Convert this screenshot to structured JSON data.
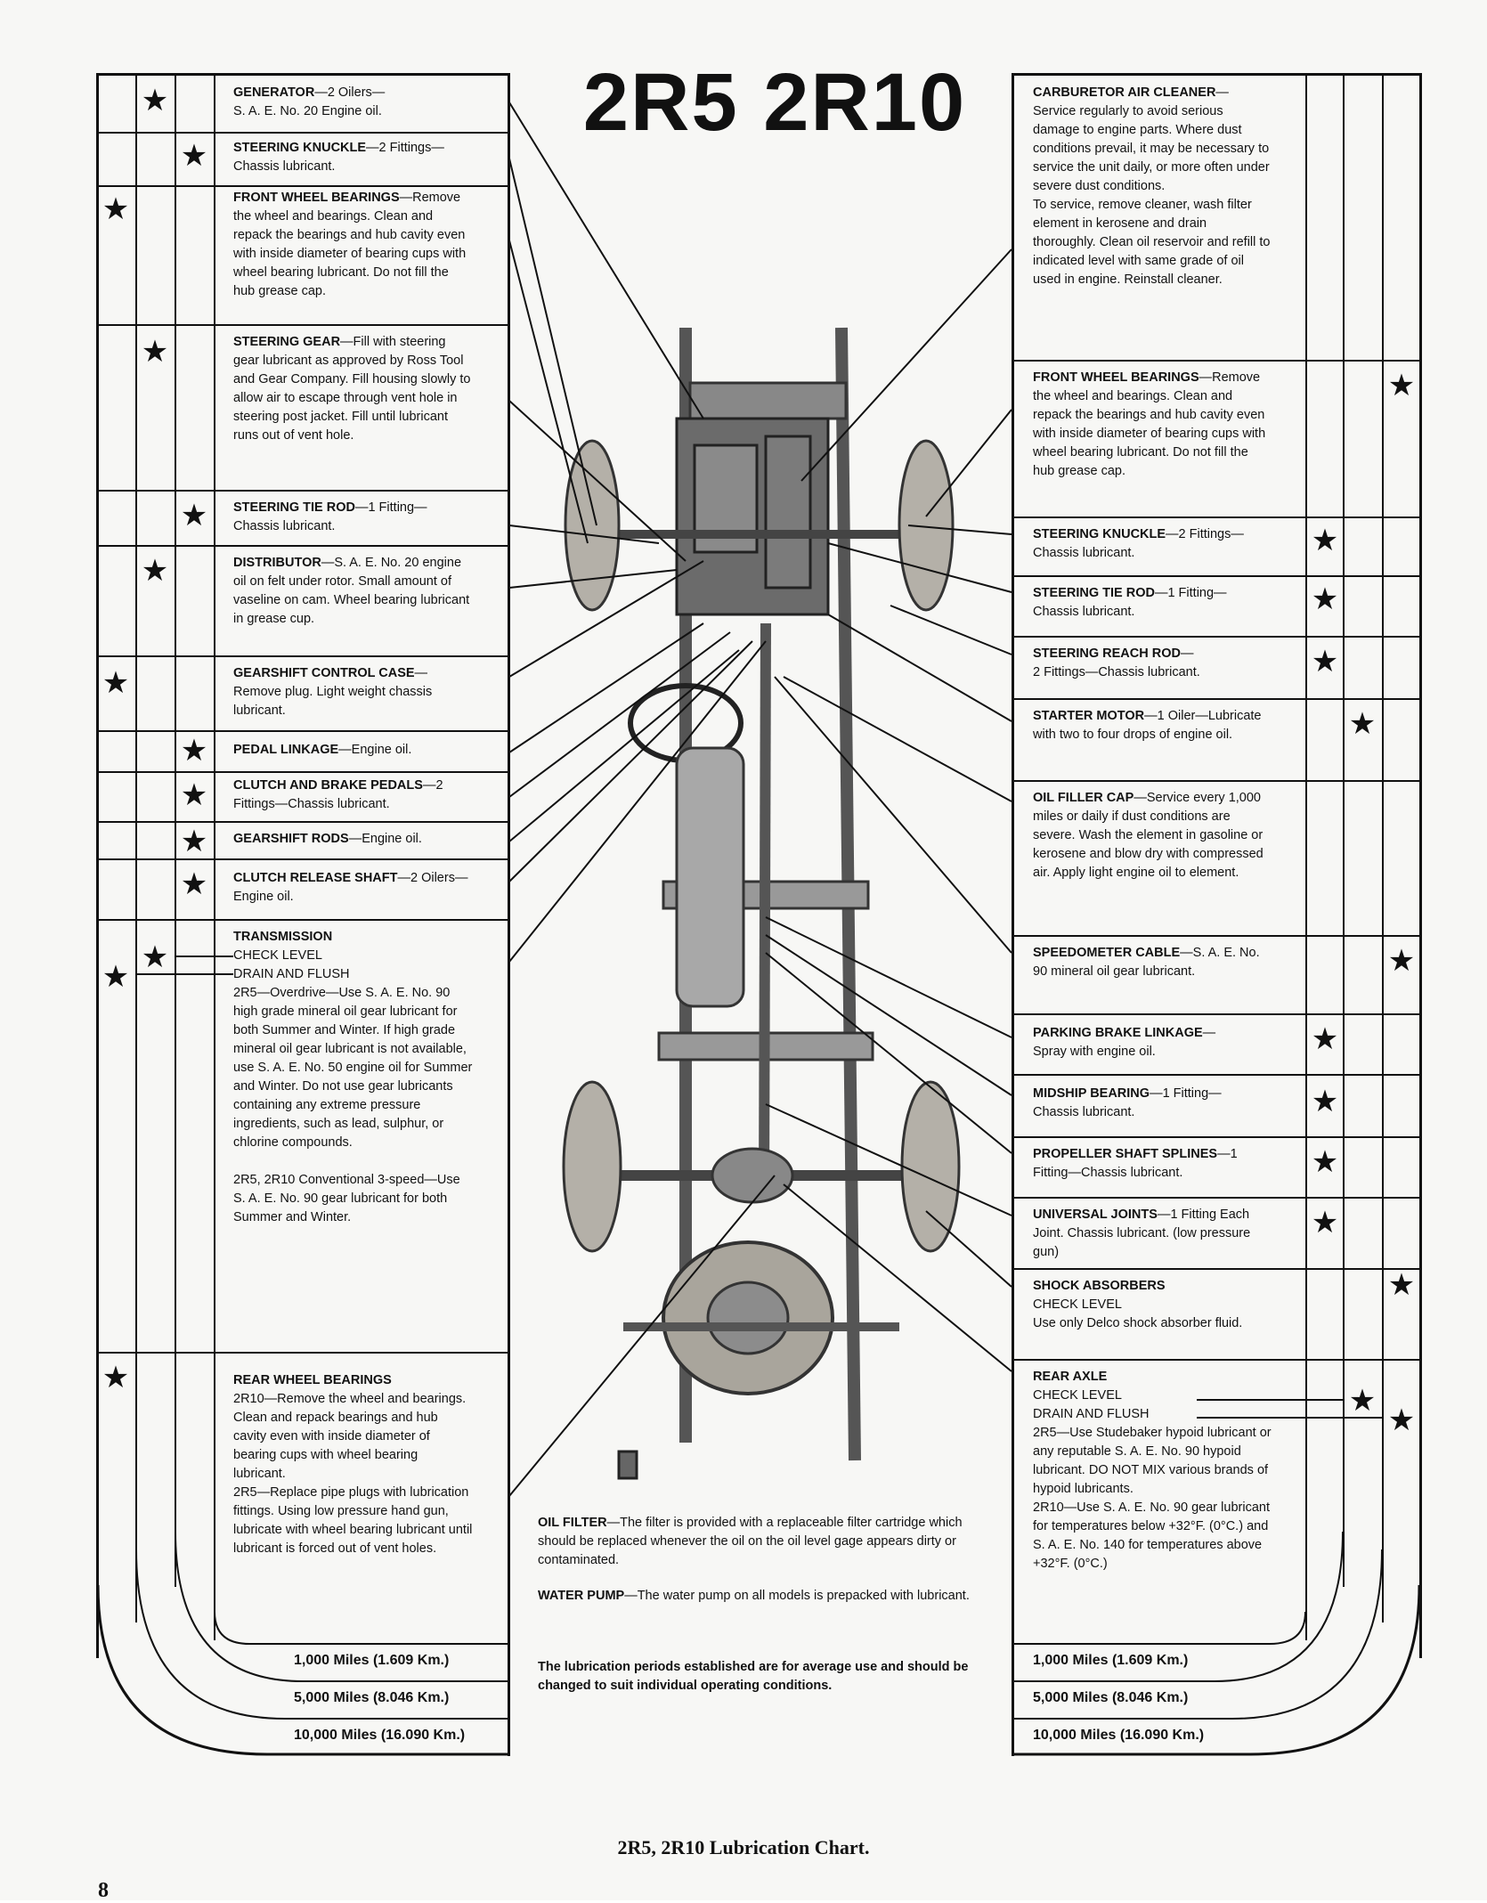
{
  "title": "2R5  2R10",
  "caption": "2R5, 2R10 Lubrication Chart.",
  "page_number": "8",
  "left_items": [
    {
      "title": "GENERATOR",
      "body": "—2 Oilers—\nS. A. E. No. 20 Engine oil.",
      "star": "★"
    },
    {
      "title": "STEERING KNUCKLE",
      "body": "—2 Fittings—\nChassis lubricant.",
      "star": "★"
    },
    {
      "title": "FRONT WHEEL BEARINGS",
      "body": "—Remove the wheel and bearings. Clean and repack the bearings and hub cavity even with inside diameter of bearing cups with wheel bearing lubricant. Do not fill the hub grease cap.",
      "star": "★"
    },
    {
      "title": "STEERING GEAR",
      "body": "—Fill with steering gear lubricant as approved by Ross Tool and Gear Company. Fill housing slowly to allow air to escape through vent hole in steering post jacket. Fill until lubricant runs out of vent hole.",
      "star": "★"
    },
    {
      "title": "STEERING TIE ROD",
      "body": "—1 Fitting—\nChassis lubricant.",
      "star": "★"
    },
    {
      "title": "DISTRIBUTOR",
      "body": "—S. A. E. No. 20 engine oil on felt under rotor. Small amount of vaseline on cam. Wheel bearing lubricant in grease cup.",
      "star": "★"
    },
    {
      "title": "GEARSHIFT CONTROL CASE",
      "body": "—Remove plug. Light weight chassis lubricant.",
      "star": "★"
    },
    {
      "title": "PEDAL LINKAGE",
      "body": "—Engine oil.",
      "star": "★"
    },
    {
      "title": "CLUTCH AND BRAKE PEDALS",
      "body": "—2 Fittings—Chassis lubricant.",
      "star": "★"
    },
    {
      "title": "GEARSHIFT RODS",
      "body": "—Engine oil.",
      "star": "★"
    },
    {
      "title": "CLUTCH RELEASE SHAFT",
      "body": "—2 Oilers—Engine oil.",
      "star": "★"
    },
    {
      "title": "TRANSMISSION",
      "body": "CHECK LEVEL\nDRAIN AND FLUSH\n2R5—Overdrive—Use S. A. E. No. 90 high grade mineral oil gear lubricant for both Summer and Winter. If high grade mineral oil gear lubricant is not available, use S. A. E. No. 50 engine oil for Summer and Winter. Do not use gear lubricants containing any extreme pressure ingredients, such as lead, sulphur, or chlorine compounds.\n\n2R5, 2R10 Conventional 3-speed—Use S. A. E. No. 90 gear lubricant for both Summer and Winter.",
      "star": "★"
    },
    {
      "title": "REAR WHEEL BEARINGS",
      "body": "2R10—Remove the wheel and bearings. Clean and repack bearings and hub cavity even with inside diameter of bearing cups with wheel bearing lubricant.\n2R5—Replace pipe plugs with lubrication fittings. Using low pressure hand gun, lubricate with wheel bearing lubricant until lubricant is forced out of vent holes.",
      "star": "★"
    }
  ],
  "right_items": [
    {
      "title": "CARBURETOR AIR CLEANER",
      "body": "—Service regularly to avoid serious damage to engine parts. Where dust conditions prevail, it may be necessary to service the unit daily, or more often under severe dust conditions.\nTo service, remove cleaner, wash filter element in kerosene and drain thoroughly. Clean oil reservoir and refill to indicated level with same grade of oil used in engine. Reinstall cleaner.",
      "star": ""
    },
    {
      "title": "FRONT WHEEL BEARINGS",
      "body": "—Remove the wheel and bearings. Clean and repack the bearings and hub cavity even with inside diameter of bearing cups with wheel bearing lubricant. Do not fill the hub grease cap.",
      "star": "★"
    },
    {
      "title": "STEERING KNUCKLE",
      "body": "—2 Fittings—\nChassis lubricant.",
      "star": "★"
    },
    {
      "title": "STEERING TIE ROD",
      "body": "—1 Fitting—\nChassis lubricant.",
      "star": "★"
    },
    {
      "title": "STEERING REACH ROD",
      "body": "—\n2 Fittings—Chassis lubricant.",
      "star": "★"
    },
    {
      "title": "STARTER MOTOR",
      "body": "—1 Oiler—Lubricate with two to four drops of engine oil.",
      "star": "★"
    },
    {
      "title": "OIL FILLER CAP",
      "body": "—Service every 1,000 miles or daily if dust conditions are severe. Wash the element in gasoline or kerosene and blow dry with compressed air. Apply light engine oil to element.",
      "star": ""
    },
    {
      "title": "SPEEDOMETER CABLE",
      "body": "—S. A. E. No. 90 mineral oil gear lubricant.",
      "star": "★"
    },
    {
      "title": "PARKING BRAKE LINKAGE",
      "body": "—\nSpray with engine oil.",
      "star": "★"
    },
    {
      "title": "MIDSHIP BEARING",
      "body": "—1 Fitting—\nChassis lubricant.",
      "star": "★"
    },
    {
      "title": "PROPELLER SHAFT SPLINES",
      "body": "—1 Fitting—Chassis lubricant.",
      "star": "★"
    },
    {
      "title": "UNIVERSAL JOINTS",
      "body": "—1 Fitting Each Joint. Chassis lubricant. (low pressure gun)",
      "star": "★"
    },
    {
      "title": "SHOCK ABSORBERS",
      "body": "CHECK LEVEL\nUse only Delco shock absorber fluid.",
      "star": "★"
    },
    {
      "title": "REAR AXLE",
      "body": "CHECK LEVEL\nDRAIN AND FLUSH\n2R5—Use Studebaker hypoid lubricant or any reputable S. A. E. No. 90 hypoid lubricant. DO NOT MIX various brands of hypoid lubricants.\n2R10—Use S. A. E. No. 90 gear lubricant for temperatures below +32°F. (0°C.) and S. A. E. No. 140 for temperatures above +32°F. (0°C.)",
      "star": "★"
    }
  ],
  "legend": {
    "miles_1000": "1,000 Miles (1.609 Km.)",
    "miles_5000": "5,000 Miles (8.046 Km.)",
    "miles_10000": "10,000 Miles (16.090 Km.)"
  },
  "notes": {
    "oil_filter_title": "OIL FILTER",
    "oil_filter_body": "—The filter is provided with a replaceable filter cartridge which should be replaced whenever the oil on the oil level gage appears dirty or contaminated.",
    "water_pump_title": "WATER PUMP",
    "water_pump_body": "—The water pump on all models is prepacked with lubricant.",
    "periods": "The lubrication periods established are for average use and should be changed to suit individual operating conditions."
  }
}
